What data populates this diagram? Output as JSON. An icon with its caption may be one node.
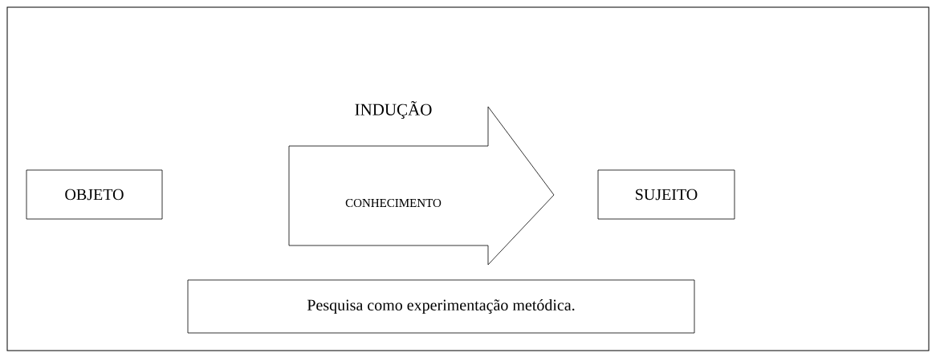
{
  "diagram": {
    "nodes": [
      {
        "text": [
          "OBJETO"
        ]
      },
      {
        "text": [
          "INDUÇÃO",
          "CONHECIMENTO"
        ]
      },
      {
        "text": [
          "SUJEITO"
        ]
      },
      {
        "text": [
          "Pesquisa como experimentação metódica."
        ]
      }
    ]
  }
}
